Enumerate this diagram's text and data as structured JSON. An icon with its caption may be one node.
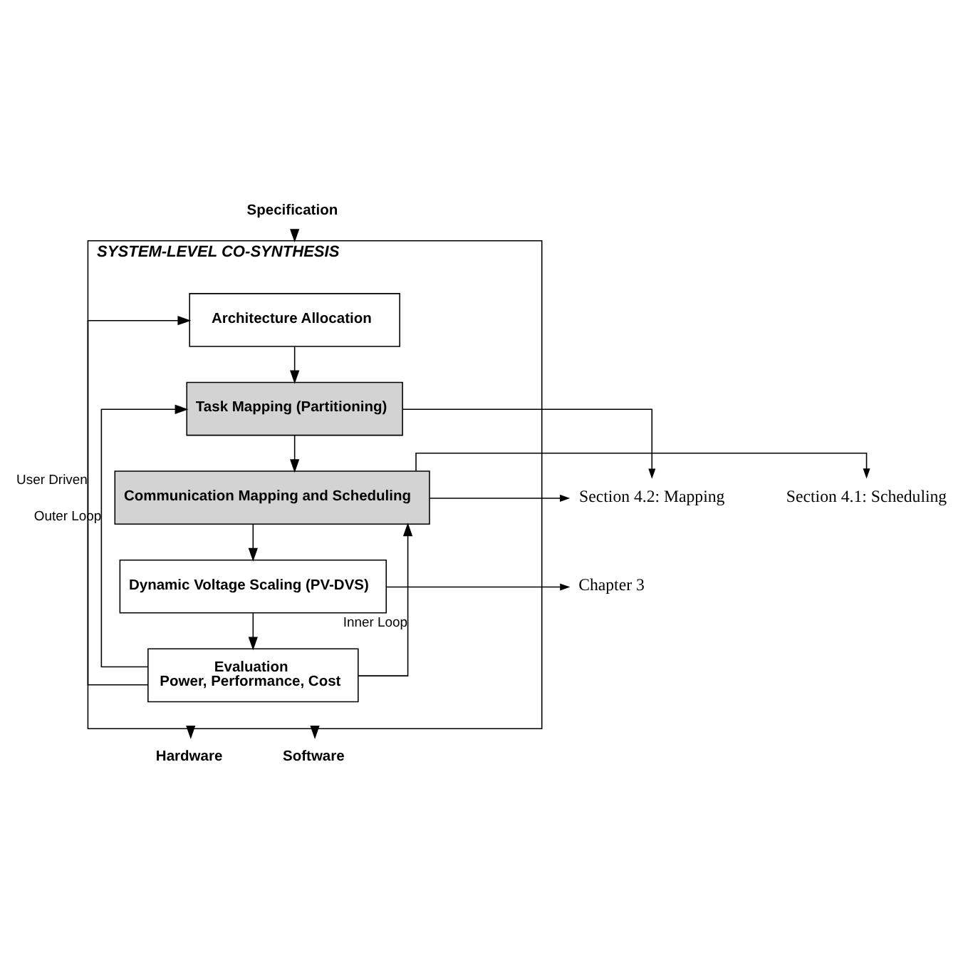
{
  "diagram": {
    "nodes": [
      {
        "text": [
          "SYSTEM-LEVEL CO-SYNTHESIS"
        ]
      },
      {
        "text": [
          "Specification"
        ]
      },
      {
        "text": [
          "Architecture Allocation"
        ],
        "in": 0
      },
      {
        "text": [
          "Task Mapping (Partitioning)"
        ],
        "in": 0
      },
      {
        "text": [
          "Communication Mapping and Scheduling"
        ],
        "in": 0
      },
      {
        "text": [
          "Dynamic Voltage Scaling (PV-DVS)"
        ],
        "in": 0
      },
      {
        "text": [
          "Evaluation",
          "Power, Performance, Cost"
        ],
        "in": 0
      },
      {
        "text": [
          "Hardware"
        ]
      },
      {
        "text": [
          "Software"
        ]
      },
      {
        "text": [
          "Section 4.2: Mapping"
        ]
      },
      {
        "text": [
          "Section 4.1: Scheduling"
        ]
      },
      {
        "text": [
          "Chapter 3"
        ]
      }
    ],
    "edges": [
      {
        "from": 1,
        "to": 0,
        "arrow": "to"
      },
      {
        "from": 2,
        "to": 3,
        "arrow": "to"
      },
      {
        "from": 3,
        "to": 4,
        "arrow": "to"
      },
      {
        "from": 4,
        "to": 5,
        "arrow": "to"
      },
      {
        "from": 5,
        "to": 6,
        "arrow": "to"
      },
      {
        "from": 6,
        "to": 4,
        "arrow": "to",
        "label": "Inner Loop"
      },
      {
        "from": 6,
        "to": 3,
        "arrow": "to",
        "label": "Outer Loop"
      },
      {
        "from": 6,
        "to": 2,
        "arrow": "to",
        "label": "User Driven"
      },
      {
        "from": 0,
        "to": 7,
        "arrow": "to"
      },
      {
        "from": 0,
        "to": 8,
        "arrow": "to"
      },
      {
        "from": 3,
        "to": 9,
        "arrow": "to"
      },
      {
        "from": 4,
        "to": 9,
        "arrow": "to"
      },
      {
        "from": 4,
        "to": 10,
        "arrow": "to"
      },
      {
        "from": 5,
        "to": 11,
        "arrow": "to"
      }
    ]
  }
}
